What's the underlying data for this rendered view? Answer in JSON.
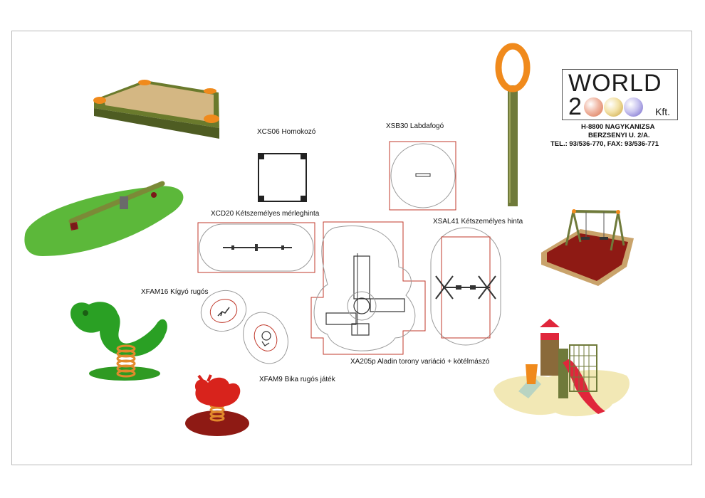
{
  "products": {
    "sandbox": {
      "label": "XCS06 Homokozó"
    },
    "ball_catcher": {
      "label": "XSB30 Labdafogó"
    },
    "seesaw": {
      "label": "XCD20 Kétszemélyes mérleghinta"
    },
    "swing": {
      "label": "XSAL41 Kétszemélyes hinta"
    },
    "snake_spring": {
      "label": "XFAM16 Kígyó rugós"
    },
    "bull_spring": {
      "label": "XFAM9 Bika rugós játék"
    },
    "tower": {
      "label": "XA205p Aladin torony variáció + kötélmászó"
    }
  },
  "company": {
    "logo_word": "WORLD",
    "logo_digit": "2",
    "logo_suffix": "Kft.",
    "postcode_city": "H-8800 NAGYKANIZSA",
    "street": "BERZSENYI U. 2/A.",
    "phone_fax": "TEL.: 93/536-770, FAX: 93/536-771"
  },
  "colors": {
    "plan_outline": "#c0392b",
    "safety_zone": "#9a9a9a",
    "grass": "#5cb83a",
    "wood": "#6f7a3a",
    "orange": "#f08a1c",
    "spring_green": "#2aa024",
    "bull_red": "#d8231c",
    "slide_red": "#e0263b",
    "rubber_red": "#8e1a14"
  }
}
